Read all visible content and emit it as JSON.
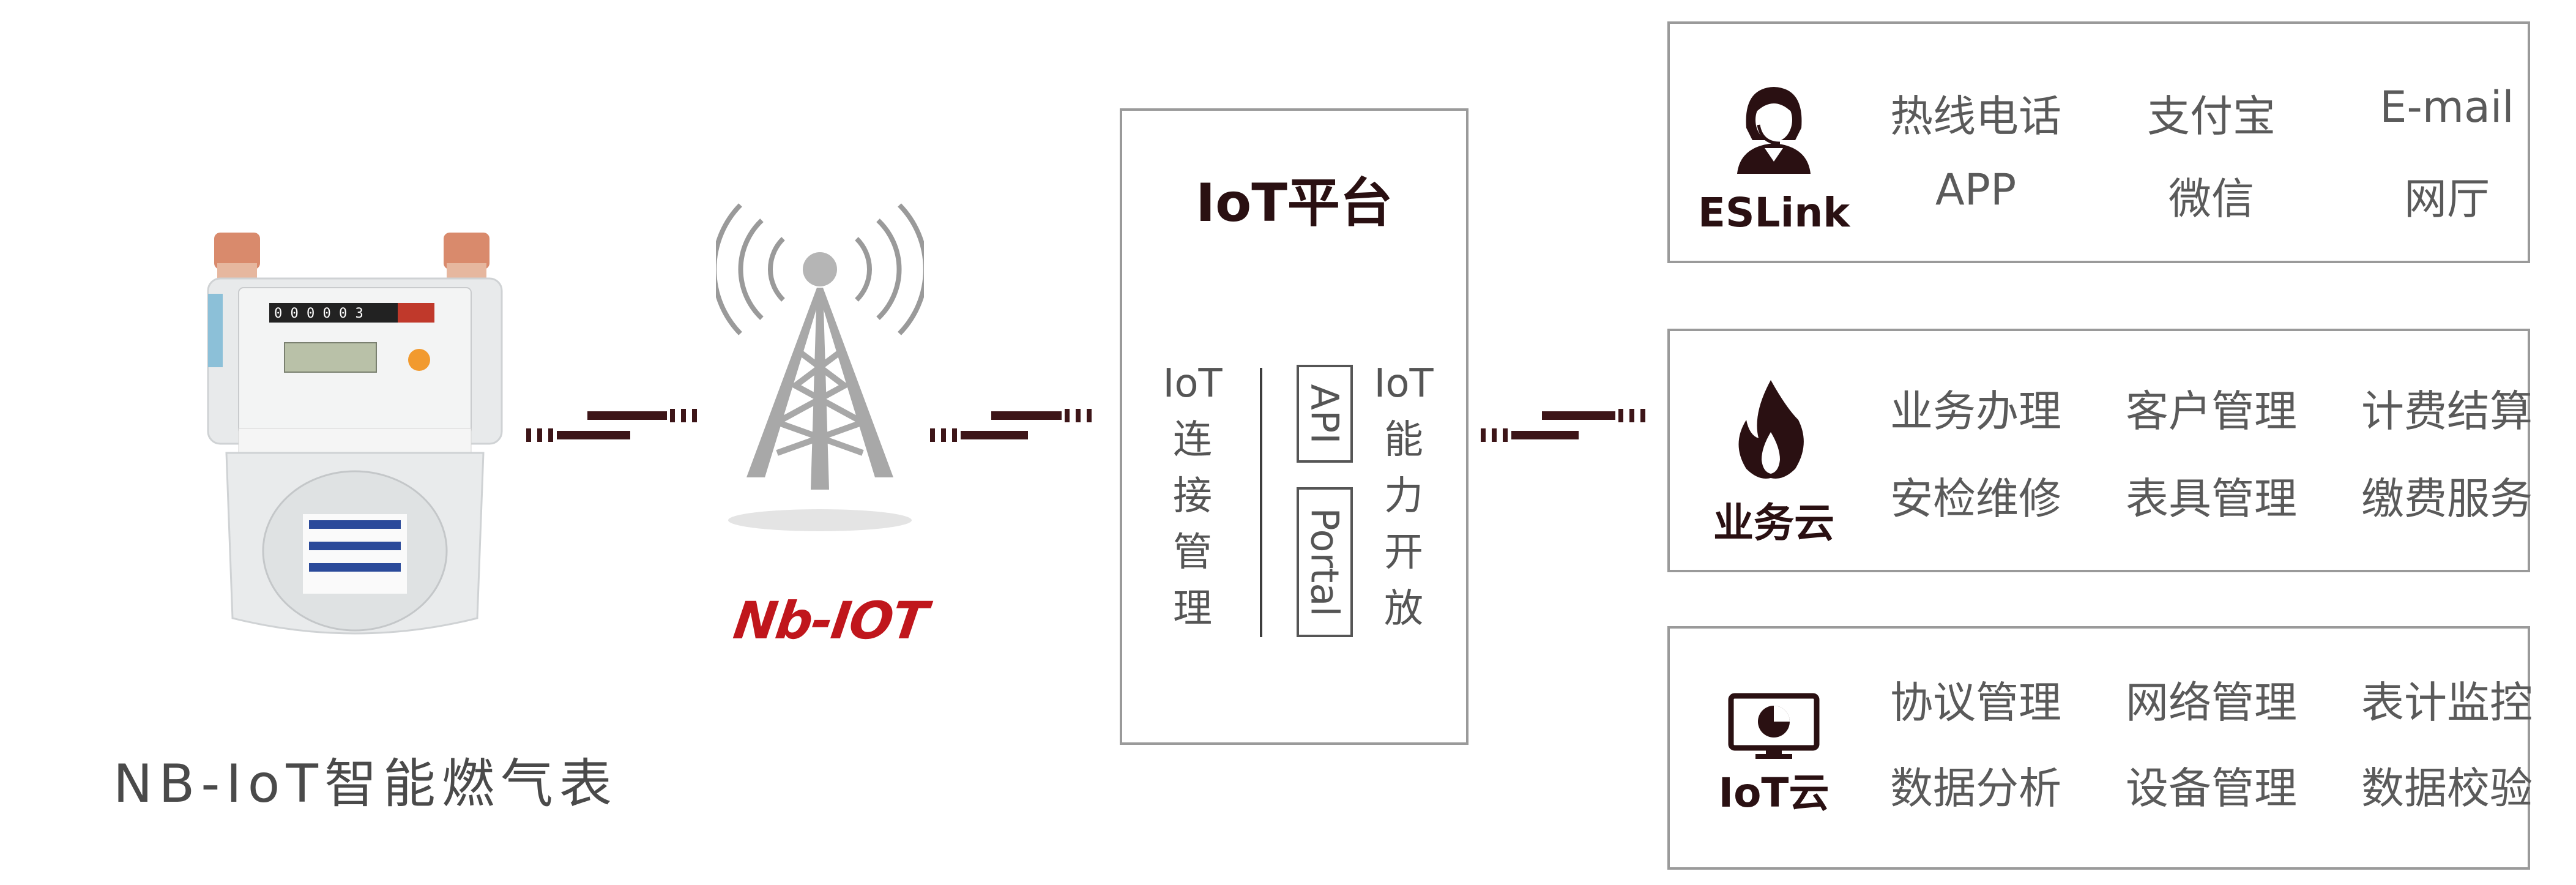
{
  "meter": {
    "caption": "NB-IoT智能燃气表"
  },
  "tower": {
    "logo_text": "Nb-IOT"
  },
  "platform": {
    "title": "IoT平台",
    "left_column": [
      "IoT",
      "连",
      "接",
      "管",
      "理"
    ],
    "api_label": "API",
    "portal_label": "Portal",
    "right_column": [
      "IoT",
      "能",
      "力",
      "开",
      "放"
    ]
  },
  "panels": [
    {
      "label": "ESLink",
      "icon": "person-headset-icon",
      "items": [
        "热线电话",
        "支付宝",
        "E-mail",
        "APP",
        "微信",
        "网厅"
      ]
    },
    {
      "label": "业务云",
      "icon": "flame-icon",
      "items": [
        "业务办理",
        "客户管理",
        "计费结算",
        "安检维修",
        "表具管理",
        "缴费服务"
      ]
    },
    {
      "label": "IoT云",
      "icon": "monitor-chart-icon",
      "items": [
        "协议管理",
        "网络管理",
        "表计监控",
        "数据分析",
        "设备管理",
        "数据校验"
      ]
    }
  ],
  "colors": {
    "dark_red": "#3d1518",
    "brand_red": "#c0161c",
    "border": "#9a9a9a"
  }
}
